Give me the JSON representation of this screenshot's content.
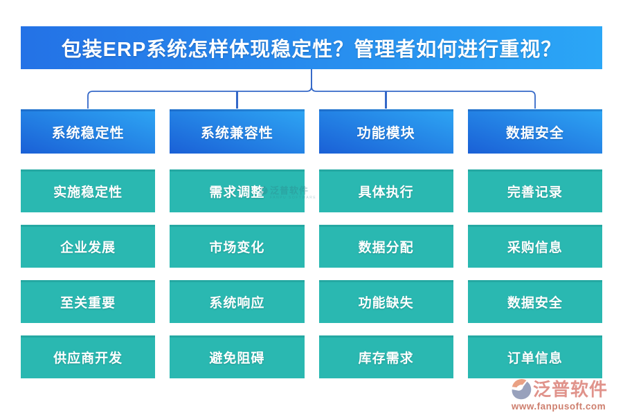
{
  "title": "包装ERP系统怎样体现稳定性？管理者如何进行重视？",
  "columns": [
    {
      "header": "系统稳定性",
      "items": [
        "实施稳定性",
        "企业发展",
        "至关重要",
        "供应商开发"
      ]
    },
    {
      "header": "系统兼容性",
      "items": [
        "需求调整",
        "市场变化",
        "系统响应",
        "避免阻碍"
      ]
    },
    {
      "header": "功能模块",
      "items": [
        "具体执行",
        "数据分配",
        "功能缺失",
        "库存需求"
      ]
    },
    {
      "header": "数据安全",
      "items": [
        "完善记录",
        "采购信息",
        "数据安全",
        "订单信息"
      ]
    }
  ],
  "watermark": {
    "name": "泛普软件",
    "sub": "FANPU SOFTWARE"
  },
  "footer": {
    "brand": "泛普软件",
    "url": "www.fanpusoft.com"
  },
  "colors": {
    "banner_gradient_left": "#2472e6",
    "banner_gradient_right": "#2ba6f6",
    "header_gradient_dark": "#1a60d6",
    "header_gradient_light": "#2ea6f4",
    "node_teal": "#2ab8b1",
    "connector_blue": "#3468c8",
    "footer_salmon": "#e0938b",
    "footer_url_color": "#ce7f6e"
  }
}
